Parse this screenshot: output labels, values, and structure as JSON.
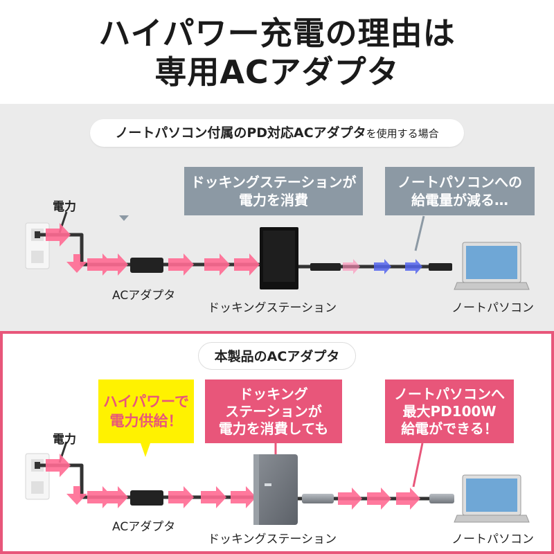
{
  "header": {
    "title_line1": "ハイパワー充電の理由は",
    "title_line2": "専用ACアダプタ"
  },
  "section1": {
    "pill_main": "ノートパソコン付属のPD対応ACアダプタ",
    "pill_small": "を使用する場合",
    "bubble_dock": [
      "ドッキングステーションが",
      "電力を消費"
    ],
    "bubble_laptop": [
      "ノートパソコンへの",
      "給電量が減る…"
    ],
    "label_power": "電力",
    "label_adapter": "ACアダプタ",
    "label_dock": "ドッキングステーション",
    "label_laptop": "ノートパソコン"
  },
  "section2": {
    "pill": "本製品のACアダプタ",
    "bubble_adapter": [
      "ハイパワーで",
      "電力供給！"
    ],
    "bubble_dock": [
      "ドッキング",
      "ステーションが",
      "電力を消費しても"
    ],
    "bubble_laptop": [
      "ノートパソコンへ",
      "最大PD100W",
      "給電ができる！"
    ],
    "label_power": "電力",
    "label_adapter": "ACアダプタ",
    "label_dock": "ドッキングステーション",
    "label_laptop": "ノートパソコン"
  },
  "colors": {
    "accent_pink": "#e8567a",
    "bubble_gray": "#8c99a4",
    "bubble_yellow": "#fff200",
    "flow_blue": "#5566ee"
  }
}
